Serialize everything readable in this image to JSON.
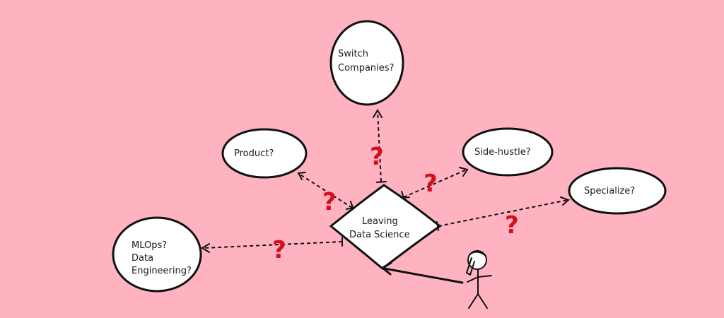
{
  "nodes": {
    "center": [
      "Leaving",
      "Data Science"
    ],
    "switch": [
      "Switch",
      "Companies?"
    ],
    "product": [
      "Product?"
    ],
    "side_hustle": [
      "Side-hustle?"
    ],
    "specialize": [
      "Specialize?"
    ],
    "mlops": [
      "MLOps?",
      "Data",
      "Engineering?"
    ]
  },
  "question_mark": "?",
  "colors": {
    "background": "#ffb3c1",
    "node_fill": "#ffffff",
    "outline": "#111111",
    "question_mark": "#d40f1b"
  }
}
